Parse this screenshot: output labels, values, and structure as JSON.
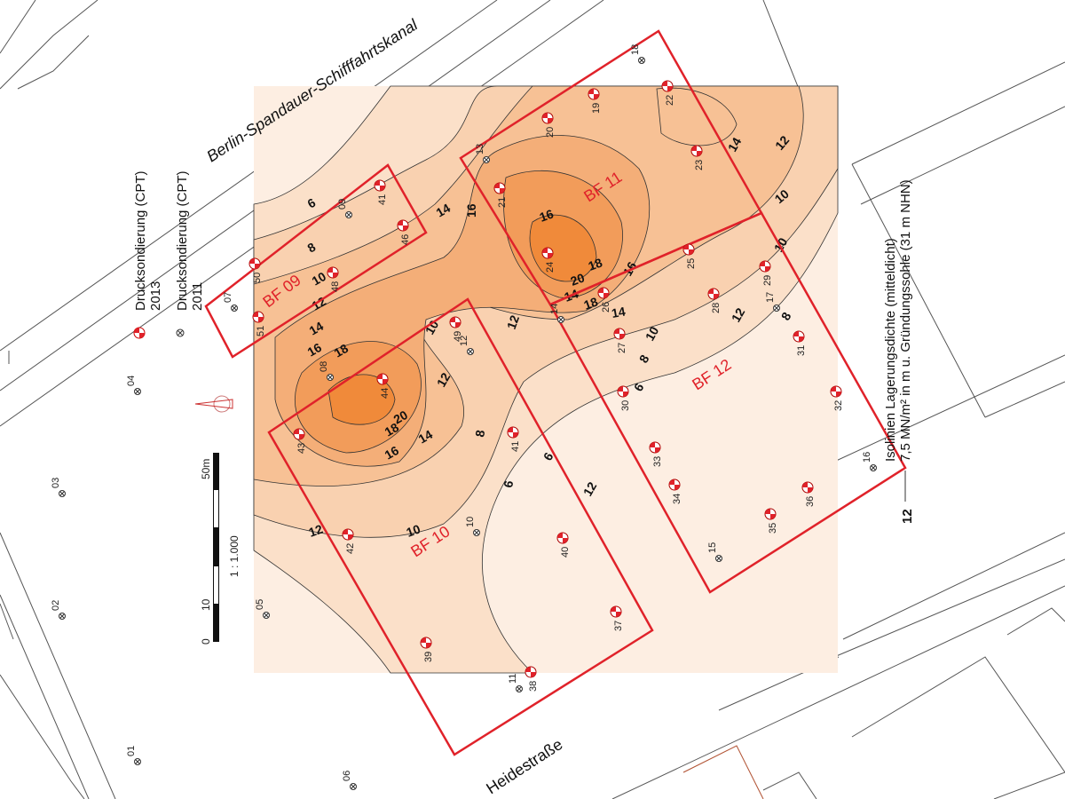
{
  "map": {
    "canal_label": "Berlin-Spandauer-Schifffahrtskanal",
    "street_label": "Heidestraße",
    "legend": {
      "cpt_2013": {
        "label": "Drucksondierung (CPT)",
        "year": "2013"
      },
      "cpt_2011": {
        "label": "Drucksondierung (CPT)",
        "year": "2011"
      },
      "isoline_title": "Isolinien Lagerungsdichte (mitteldicht)",
      "isoline_subtitle": "7,5 MN/m² in m u. Gründungssohle (31 m NHN)",
      "isoline_sample": "12"
    },
    "scale": {
      "ratio": "1 : 1.000",
      "tick_0": "0",
      "tick_10": "10",
      "tick_50": "50m"
    },
    "fields": [
      "BF 09",
      "BF 11",
      "BF 12",
      "BF 10"
    ],
    "contour_labels": [
      "6",
      "8",
      "10",
      "12",
      "14",
      "16",
      "14",
      "16",
      "18",
      "20",
      "18",
      "16",
      "14",
      "12",
      "10",
      "12",
      "14",
      "16",
      "18",
      "20",
      "18",
      "16",
      "14",
      "12",
      "10",
      "8",
      "6",
      "10",
      "12",
      "14",
      "8",
      "6",
      "10",
      "12",
      "10",
      "8",
      "6",
      "12"
    ],
    "points_2013": [
      "41",
      "46",
      "50",
      "48",
      "51",
      "21",
      "20",
      "19",
      "22",
      "23",
      "24",
      "25",
      "26",
      "27",
      "28",
      "29",
      "31",
      "32",
      "30",
      "33",
      "34",
      "36",
      "35",
      "44",
      "43",
      "42",
      "41",
      "40",
      "37",
      "39",
      "38",
      "49"
    ],
    "points_2011": [
      "09",
      "07",
      "13",
      "18",
      "14",
      "17",
      "16",
      "15",
      "12",
      "08",
      "10",
      "11",
      "06",
      "05",
      "04",
      "03",
      "02",
      "01"
    ],
    "colors": {
      "field": "#e0222a",
      "low": "#fdeee2",
      "high": "#f08a3a"
    }
  }
}
